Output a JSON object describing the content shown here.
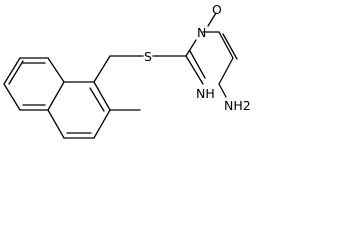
{
  "structure": {
    "atoms": {
      "oxygen": "O",
      "ring_n_upper": "N",
      "ring_nh": "NH",
      "sulfur": "S",
      "amine": "NH2"
    },
    "colors": {
      "bond": "#000000",
      "background": "#ffffff"
    }
  }
}
